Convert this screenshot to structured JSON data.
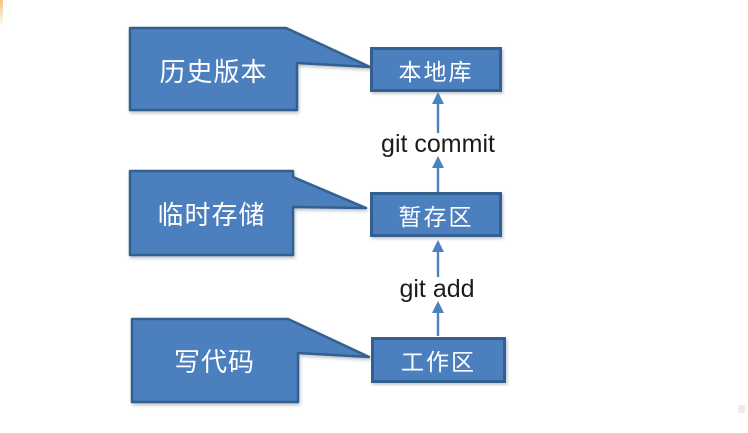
{
  "callouts": [
    {
      "label": "历史版本"
    },
    {
      "label": "临时存储"
    },
    {
      "label": "写代码"
    }
  ],
  "nodes": [
    {
      "label": "本地库"
    },
    {
      "label": "暂存区"
    },
    {
      "label": "工作区"
    }
  ],
  "commands": [
    {
      "label": "git commit"
    },
    {
      "label": "git add"
    }
  ],
  "colors": {
    "canvas_bg": "#ffffff",
    "shape_fill": "#4c7fbd",
    "shape_border": "#33608f",
    "arrow": "#4c80bf",
    "node_text": "#ffffff",
    "command_text": "#1c1c1c",
    "edge_mark": "#f0b964"
  }
}
